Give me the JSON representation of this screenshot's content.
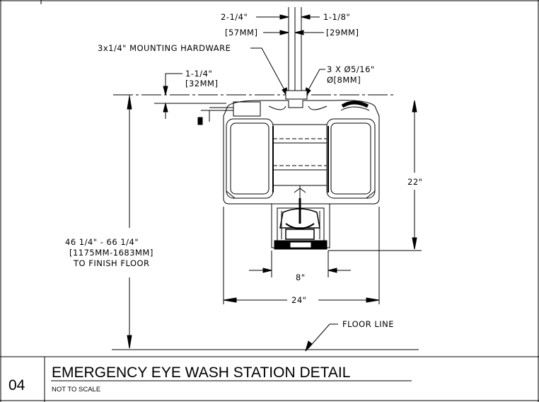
{
  "drawing": {
    "number": "04",
    "title": "EMERGENCY EYE WASH STATION DETAIL",
    "subtitle": "NOT TO SCALE"
  },
  "dimensions": {
    "pipe_left_width": "2-1/4\"",
    "pipe_left_width_mm": "[57MM]",
    "pipe_right_width": "1-1/8\"",
    "pipe_right_width_mm": "[29MM]",
    "mounting_hardware": "3x1/4\" MOUNTING HARDWARE",
    "holes": "3 X Ø5/16\"",
    "holes_mm": "Ø[8MM]",
    "offset": "1-1/4\"",
    "offset_mm": "[32MM]",
    "mount_height_line1": "46 1/4\" - 66 1/4\"",
    "mount_height_line2": "[1175MM-1683MM]",
    "mount_height_line3": "TO FINISH FLOOR",
    "height": "22\"",
    "basin_width": "8\"",
    "overall_width": "24\"",
    "floor_line": "FLOOR LINE"
  }
}
